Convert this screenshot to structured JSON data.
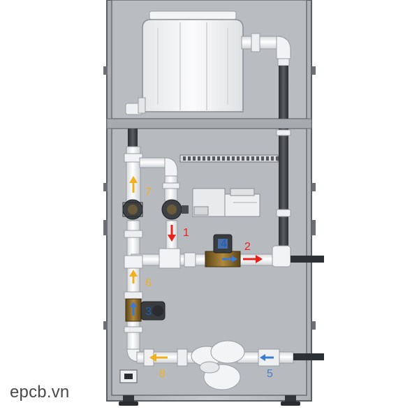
{
  "watermark": "epcb.vn",
  "labels": [
    {
      "id": "1",
      "color": "#e8221a"
    },
    {
      "id": "2",
      "color": "#e8221a"
    },
    {
      "id": "3",
      "color": "#1c5fae"
    },
    {
      "id": "4",
      "color": "#1c5fae"
    },
    {
      "id": "5",
      "color": "#4a7fc8"
    },
    {
      "id": "6",
      "color": "#f0b020"
    },
    {
      "id": "7",
      "color": "#f0b020"
    },
    {
      "id": "8",
      "color": "#f0b020"
    }
  ],
  "colors": {
    "cabinet_fill": "#bfc3c7",
    "cabinet_stroke": "#5a5e62",
    "pipe_white": "#f4f5f6",
    "pipe_dark": "#3c3f43",
    "valve_brass": "#8a6a2a",
    "arrow_red": "#e8221a",
    "arrow_yellow": "#f0b020",
    "arrow_blue": "#3a7bd5"
  }
}
